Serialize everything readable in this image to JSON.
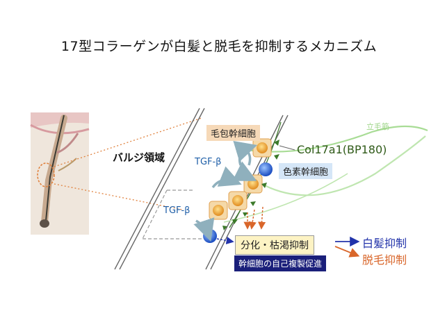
{
  "title": "17型コラーゲンが白髪と脱毛を抑制するメカニズム",
  "labels": {
    "bulge_region": "バルジ領域",
    "hair_follicle_stem_cell": "毛包幹細胞",
    "melanocyte_stem_cell": "色素幹細胞",
    "tgf_beta_top": "TGF-β",
    "tgf_beta_bottom": "TGF-β",
    "col17a1": "Col17a1(BP180)",
    "arrector_pili": "立毛筋",
    "inhibit_box": "分化・枯渇抑制",
    "self_renewal": "幹細胞の自己複製促進",
    "gray_hair_suppression": "白髪抑制",
    "hair_loss_suppression": "脱毛抑制"
  },
  "colors": {
    "hfsc_cell": "#f0a335",
    "mcsc_cell": "#2f6fd6",
    "col17": "#3c7a2a",
    "tgf_arrow": "#8fb0bd",
    "inhibit_arrow_blue": "#2233aa",
    "inhibit_arrow_orange": "#d9662a",
    "self_renewal_bg": "#1a1f7a",
    "arrector_pili": "#a8dc95"
  }
}
